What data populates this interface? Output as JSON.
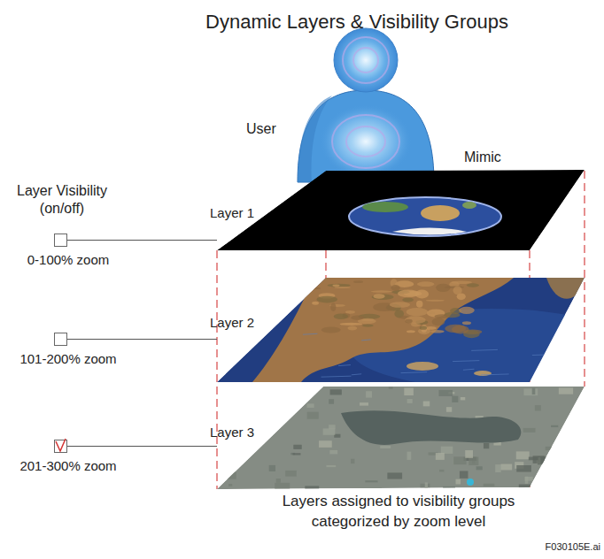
{
  "diagram": {
    "title": "Dynamic Layers & Visibility Groups",
    "caption": "Layers assigned to visibility groups categorized by zoom level",
    "nodes": [
      {
        "text": [
          "0-100% zoom"
        ]
      },
      {
        "text": [
          "Layer 1"
        ]
      },
      {
        "text": [
          "101-200% zoom"
        ]
      },
      {
        "text": [
          "Layer 2"
        ]
      },
      {
        "text": [
          "201-300% zoom"
        ]
      },
      {
        "text": [
          "Layer 3"
        ]
      }
    ],
    "edges": [
      {
        "from": 0,
        "to": 1,
        "arrow": "none"
      },
      {
        "from": 2,
        "to": 3,
        "arrow": "none"
      },
      {
        "from": 4,
        "to": 5,
        "arrow": "none"
      }
    ],
    "labels": [
      "User",
      "Mimic",
      "Layer Visibility (on/off)",
      "F030105E.ai"
    ]
  }
}
